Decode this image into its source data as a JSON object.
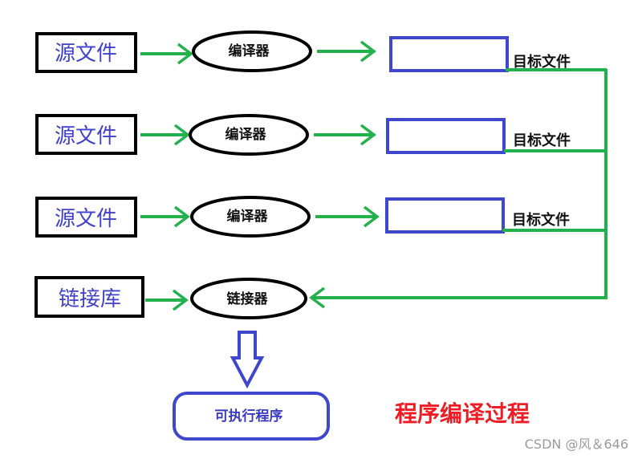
{
  "diagram": {
    "title": "程序编译过程",
    "watermark": "CSDN @风＆646",
    "colors": {
      "source_border": "#000000",
      "source_text": "#4040c8",
      "arrow": "#22b14c",
      "object_border": "#3f48cc",
      "title": "#ee1c24",
      "exe_border": "#3f48cc"
    },
    "rows": [
      {
        "source": "源文件",
        "processor": "编译器",
        "output_label": "目标文件"
      },
      {
        "source": "源文件",
        "processor": "编译器",
        "output_label": "目标文件"
      },
      {
        "source": "源文件",
        "processor": "编译器",
        "output_label": "目标文件"
      }
    ],
    "link_row": {
      "source": "链接库",
      "processor": "链接器"
    },
    "result": "可执行程序"
  }
}
